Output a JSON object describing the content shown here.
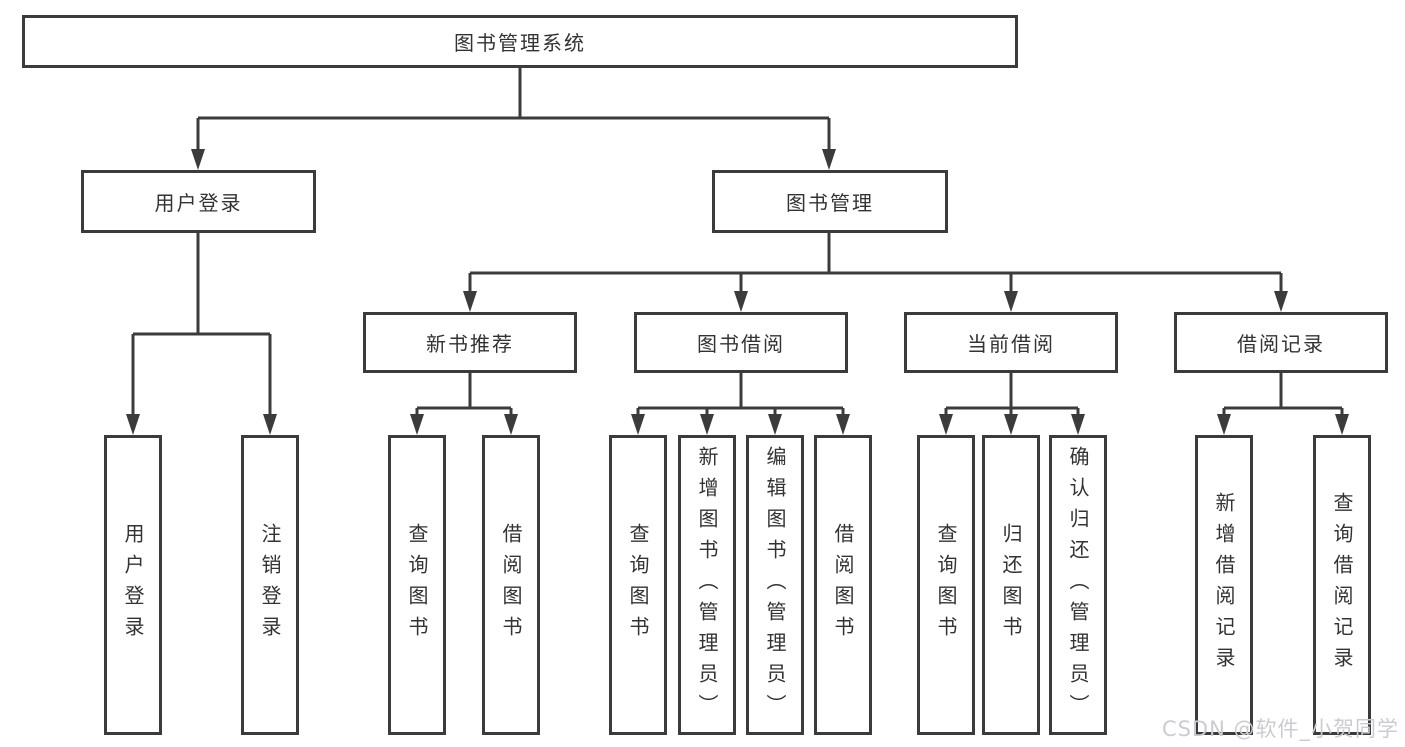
{
  "diagram": {
    "root": {
      "label": "图书管理系统"
    },
    "user_login_branch": {
      "label": "用户登录",
      "children": {
        "login": {
          "label": "用户登录"
        },
        "logout": {
          "label": "注销登录"
        }
      }
    },
    "book_mgmt_branch": {
      "label": "图书管理",
      "children": {
        "new_book_rec": {
          "label": "新书推荐",
          "children": {
            "query_books": {
              "label": "查询图书"
            },
            "borrow_books": {
              "label": "借阅图书"
            }
          }
        },
        "book_borrowing": {
          "label": "图书借阅",
          "children": {
            "query_books": {
              "label": "查询图书"
            },
            "add_books": {
              "label": "新增图书（管理员）"
            },
            "edit_books": {
              "label": "编辑图书（管理员）"
            },
            "borrow_books": {
              "label": "借阅图书"
            }
          }
        },
        "current_borrowing": {
          "label": "当前借阅",
          "children": {
            "query_books": {
              "label": "查询图书"
            },
            "return_books": {
              "label": "归还图书"
            },
            "confirm_return": {
              "label": "确认归还（管理员）"
            }
          }
        },
        "borrowing_records": {
          "label": "借阅记录",
          "children": {
            "add_record": {
              "label": "新增借阅记录"
            },
            "query_record": {
              "label": "查询借阅记录"
            }
          }
        }
      }
    }
  },
  "watermark": {
    "text": "CSDN @软件_小贺同学"
  },
  "colors": {
    "line": "#3b3b3b",
    "box_border": "#3b3b3b",
    "box_fill": "#ffffff",
    "text": "#333333",
    "background": "#ffffff",
    "watermark": "#cbccd1"
  }
}
